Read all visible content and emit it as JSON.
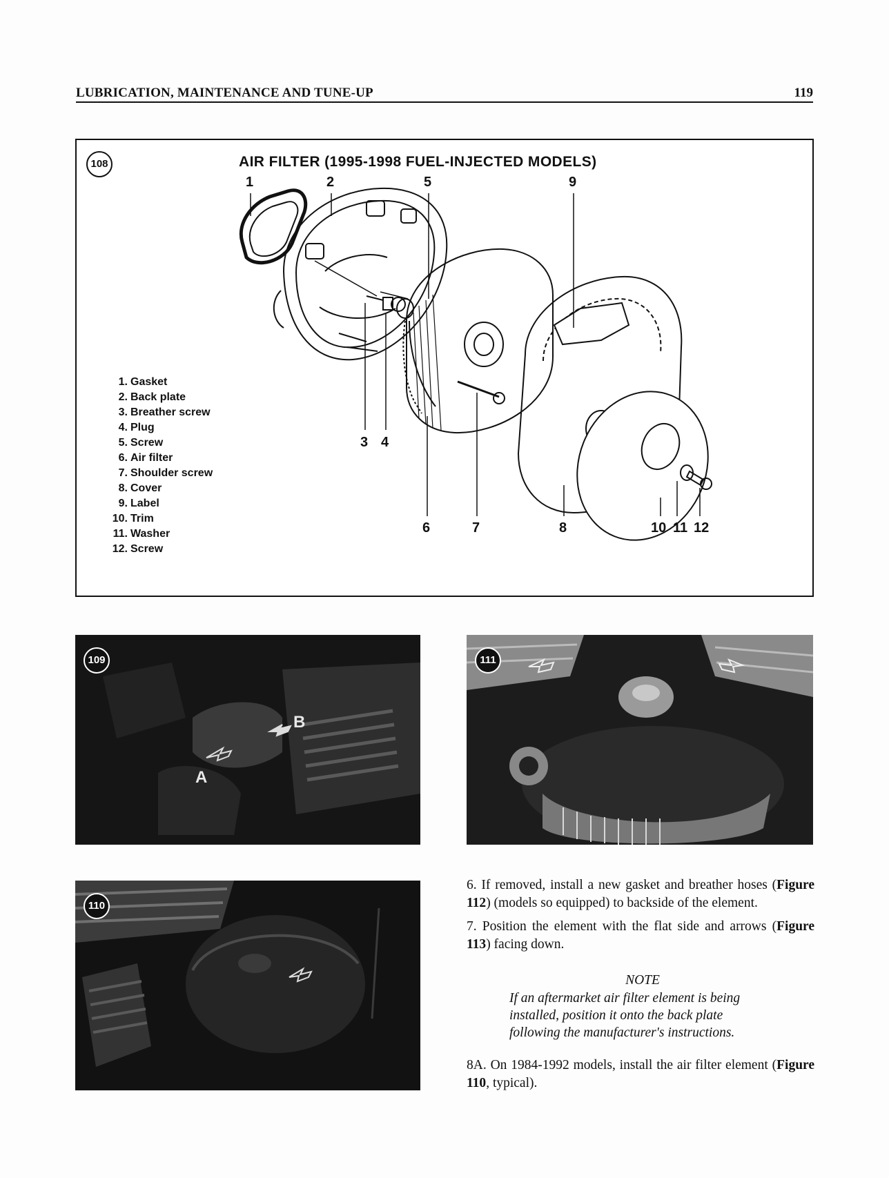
{
  "header": {
    "section": "LUBRICATION, MAINTENANCE AND TUNE-UP",
    "page_number": "119"
  },
  "figure_108": {
    "badge": "108",
    "title": "AIR FILTER (1995-1998 FUEL-INJECTED MODELS)",
    "legend": [
      {
        "num": "1.",
        "label": "Gasket"
      },
      {
        "num": "2.",
        "label": "Back plate"
      },
      {
        "num": "3.",
        "label": "Breather screw"
      },
      {
        "num": "4.",
        "label": "Plug"
      },
      {
        "num": "5.",
        "label": "Screw"
      },
      {
        "num": "6.",
        "label": "Air filter"
      },
      {
        "num": "7.",
        "label": "Shoulder screw"
      },
      {
        "num": "8.",
        "label": "Cover"
      },
      {
        "num": "9.",
        "label": "Label"
      },
      {
        "num": "10.",
        "label": "Trim"
      },
      {
        "num": "11.",
        "label": "Washer"
      },
      {
        "num": "12.",
        "label": "Screw"
      }
    ],
    "callouts": {
      "c1": "1",
      "c2": "2",
      "c5": "5",
      "c9": "9",
      "c3": "3",
      "c4": "4",
      "c6": "6",
      "c7": "7",
      "c8": "8",
      "c10": "10",
      "c11": "11",
      "c12": "12"
    }
  },
  "figure_109": {
    "badge": "109",
    "label_a": "A",
    "label_b": "B"
  },
  "figure_110": {
    "badge": "110"
  },
  "figure_111": {
    "badge": "111"
  },
  "text": {
    "step6_num": "6.",
    "step6_a": "If removed, install a new gasket and breather hoses (",
    "step6_ref": "Figure 112",
    "step6_b": ") (models so equipped) to backside of the element.",
    "step7_num": "7.",
    "step7_a": "Position the element with the flat side and arrows (",
    "step7_ref": "Figure 113",
    "step7_b": ") facing down.",
    "note_title": "NOTE",
    "note_body": "If an aftermarket air filter element is being installed, position it onto the back plate following the manufacturer's instructions.",
    "step8a_num": "8A.",
    "step8a_a": "On 1984-1992 models, install the air filter element (",
    "step8a_ref": "Figure 110",
    "step8a_b": ", typical)."
  }
}
